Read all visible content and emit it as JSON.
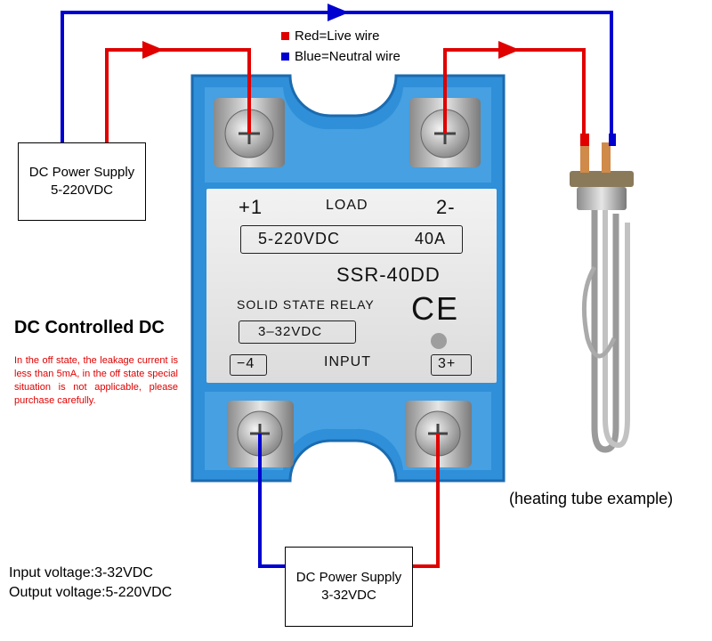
{
  "legend": {
    "live_label": "Red=Live wire",
    "neutral_label": "Blue=Neutral wire",
    "live_color": "#e00000",
    "neutral_color": "#0000d0"
  },
  "top_supply": {
    "line1": "DC Power Supply",
    "line2": "5-220VDC"
  },
  "bottom_supply": {
    "line1": "DC Power Supply",
    "line2": "3-32VDC"
  },
  "relay": {
    "plus1": "+1",
    "load": "LOAD",
    "minus2": "2-",
    "voltage": "5-220VDC",
    "current": "40A",
    "model": "SSR-40DD",
    "type": "SOLID STATE RELAY",
    "ce": "CE",
    "input_range": "3–32VDC",
    "minus4": "−4",
    "input": "INPUT",
    "plus3": "3+"
  },
  "heading": "DC Controlled DC",
  "warning": "In the off state, the leakage current is less than 5mA, in the off state special situation is not applicable, please purchase carefully.",
  "specs": {
    "input": "Input voltage:3-32VDC",
    "output": "Output voltage:5-220VDC"
  },
  "caption": "(heating tube example)"
}
